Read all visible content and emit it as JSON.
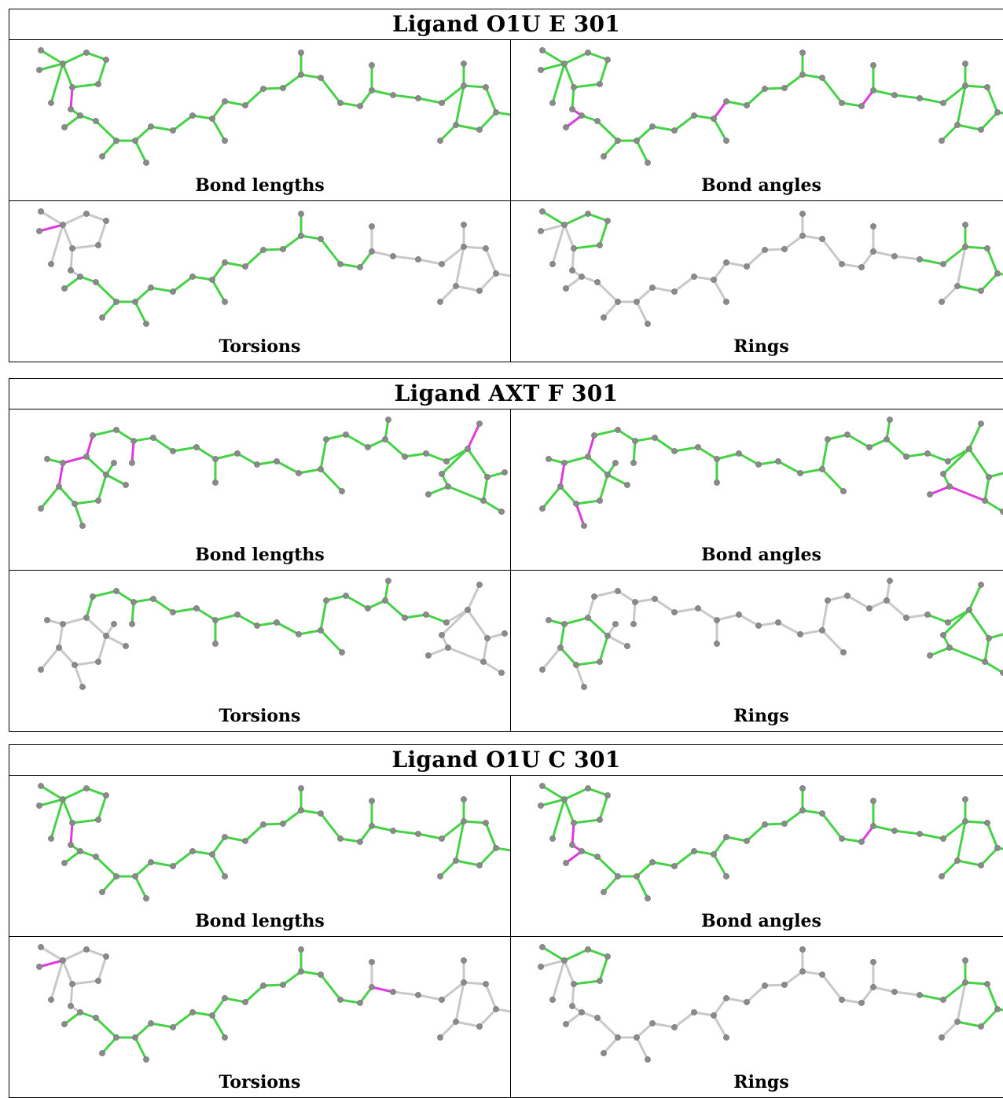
{
  "colors": {
    "ok_bond": "#46d246",
    "outlier_bond": "#de3ade",
    "plain_bond": "#c8c8c8",
    "atom": "#8a8a8a"
  },
  "ligands": [
    {
      "title": "Ligand O1U E 301",
      "panels": [
        {
          "label": "Bond lengths",
          "highlight": "most bonds green; one outlier bond"
        },
        {
          "label": "Bond angles",
          "highlight": "most bonds green; several outlier angles"
        },
        {
          "label": "Torsions",
          "highlight": "chain torsions green; one outlier"
        },
        {
          "label": "Rings",
          "highlight": "two rings green"
        }
      ]
    },
    {
      "title": "Ligand AXT F 301",
      "panels": [
        {
          "label": "Bond lengths",
          "highlight": "most bonds green; several outliers"
        },
        {
          "label": "Bond angles",
          "highlight": "most bonds green; several outliers"
        },
        {
          "label": "Torsions",
          "highlight": "chain torsions green"
        },
        {
          "label": "Rings",
          "highlight": "two rings green"
        }
      ]
    },
    {
      "title": "Ligand O1U C 301",
      "panels": [
        {
          "label": "Bond lengths",
          "highlight": "most bonds green; one outlier"
        },
        {
          "label": "Bond angles",
          "highlight": "most bonds green; several outliers"
        },
        {
          "label": "Torsions",
          "highlight": "chain torsions green; two outliers"
        },
        {
          "label": "Rings",
          "highlight": "two rings green"
        }
      ]
    }
  ]
}
